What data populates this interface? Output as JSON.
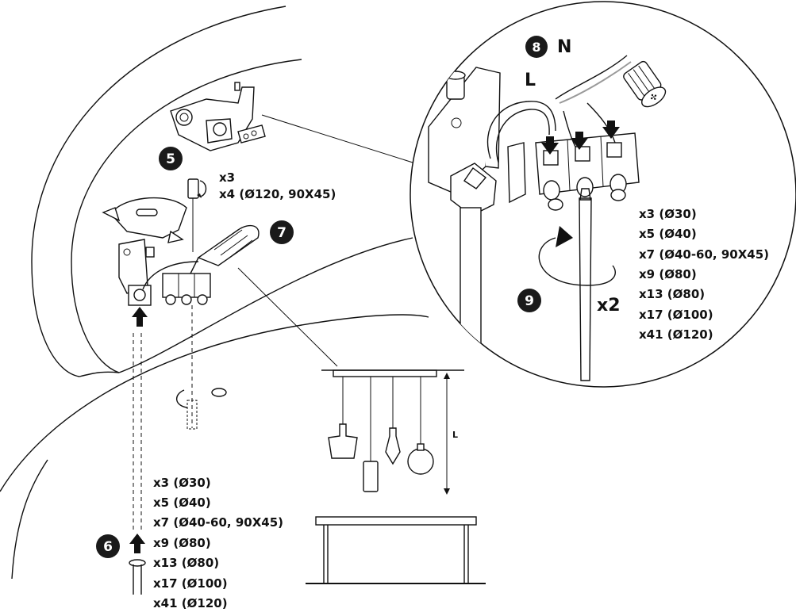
{
  "colors": {
    "badge": "#1a1a1a",
    "line": "#111111",
    "wire_grey": "#9a9a9a"
  },
  "steps": {
    "step5": "5",
    "step6": "6",
    "step7": "7",
    "step8": "8",
    "step9": "9"
  },
  "labels": {
    "screw_top": [
      "x3",
      "x4 (Ø120, 90X45)"
    ],
    "rotation_count": "x2",
    "wire_live": "L",
    "wire_neutral": "N",
    "length": "L"
  },
  "quantity_list_detail": [
    "x3 (Ø30)",
    "x5 (Ø40)",
    "x7 (Ø40-60, 90X45)",
    "x9 (Ø80)",
    "x13 (Ø80)",
    "x17 (Ø100)",
    "x41 (Ø120)"
  ],
  "quantity_list_bottom": [
    "x3 (Ø30)",
    "x5 (Ø40)",
    "x7 (Ø40-60, 90X45)",
    "x9 (Ø80)",
    "x13 (Ø80)",
    "x17 (Ø100)",
    "x41 (Ø120)"
  ],
  "icons": [
    "rotation-arrow-icon",
    "up-arrow-icon",
    "screwdriver-icon",
    "down-arrow-icon"
  ]
}
